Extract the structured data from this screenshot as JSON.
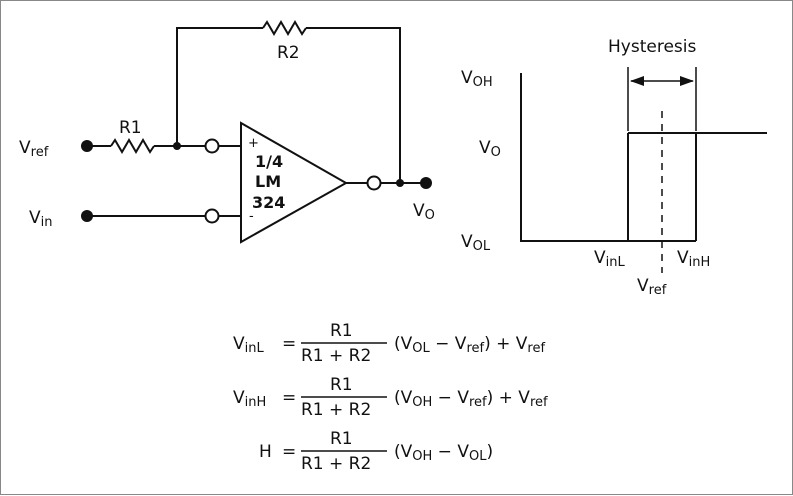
{
  "circuit": {
    "r1_label": "R1",
    "r2_label": "R2",
    "vref_main": "V",
    "vref_sub": "ref",
    "vin_main": "V",
    "vin_sub": "in",
    "vo_main": "V",
    "vo_sub": "O",
    "plus_sign": "+",
    "minus_sign": "-",
    "opamp_line1": "1/4",
    "opamp_line2": "LM",
    "opamp_line3": "324"
  },
  "graph": {
    "hysteresis_label": "Hysteresis",
    "voh_main": "V",
    "voh_sub": "OH",
    "vo_main": "V",
    "vo_sub": "O",
    "vol_main": "V",
    "vol_sub": "OL",
    "vinl_main": "V",
    "vinl_sub": "inL",
    "vinh_main": "V",
    "vinh_sub": "inH",
    "vref_main": "V",
    "vref_sub": "ref"
  },
  "equations": {
    "eq1": {
      "lhs_main": "V",
      "lhs_sub": "inL",
      "equals": "=",
      "num": "R1",
      "den": "R1 + R2",
      "p1": "(V",
      "s1": "OL",
      "p2": " − V",
      "s2": "ref",
      "p3": ") + V",
      "s3": "ref"
    },
    "eq2": {
      "lhs_main": "V",
      "lhs_sub": "inH",
      "equals": "=",
      "num": "R1",
      "den": "R1 + R2",
      "p1": "(V",
      "s1": "OH",
      "p2": " − V",
      "s2": "ref",
      "p3": ") + V",
      "s3": "ref"
    },
    "eq3": {
      "lhs_main": "H",
      "equals": "=",
      "num": "R1",
      "den": "R1 + R2",
      "p1": "(V",
      "s1": "OH",
      "p2": " − V",
      "s2": "OL",
      "p3": ")"
    }
  }
}
